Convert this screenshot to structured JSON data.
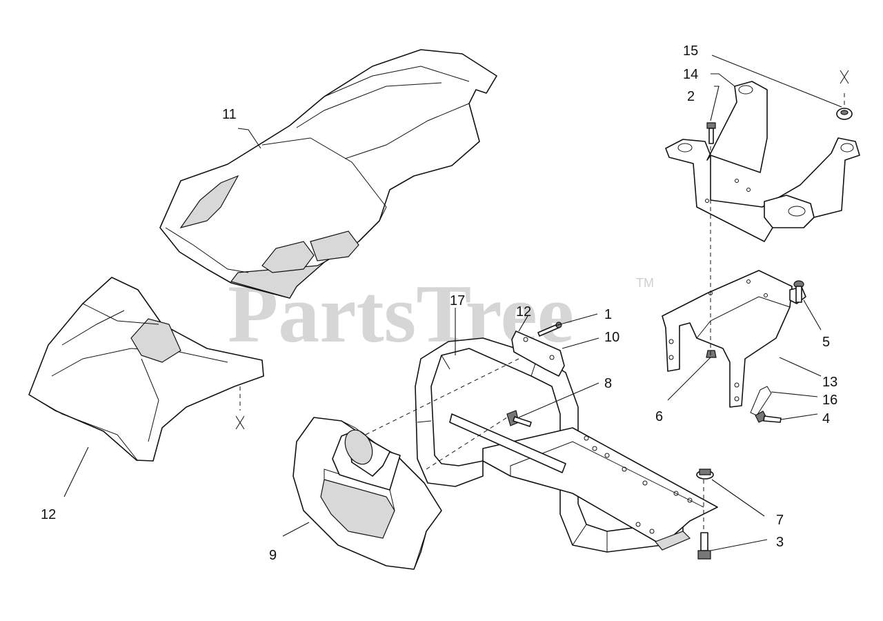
{
  "watermark": {
    "text": "PartsTree",
    "trademark": "TM"
  },
  "callouts": {
    "c11": "11",
    "c12_cover": "12",
    "c12_bracket": "12",
    "c17": "17",
    "c1": "1",
    "c10": "10",
    "c8": "8",
    "c9": "9",
    "c15": "15",
    "c14": "14",
    "c2": "2",
    "c5": "5",
    "c13": "13",
    "c16": "16",
    "c6": "6",
    "c4": "4",
    "c7": "7",
    "c3": "3",
    "x_left": "X",
    "x_right": "X"
  }
}
